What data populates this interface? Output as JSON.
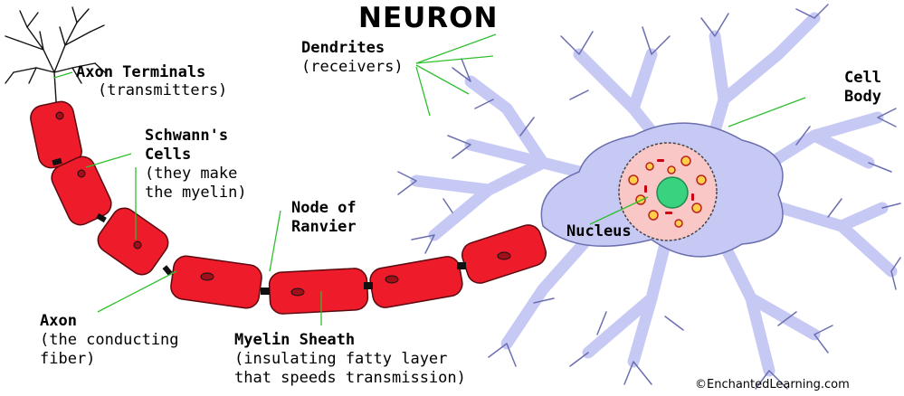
{
  "title": "NEURON",
  "labels": {
    "axon_terminals": {
      "name": "Axon Terminals",
      "note": "(transmitters)"
    },
    "schwann": {
      "name1": "Schwann's",
      "name2": "Cells",
      "note1": "(they make",
      "note2": "the myelin)"
    },
    "node": {
      "name1": "Node of",
      "name2": "Ranvier"
    },
    "dendrites": {
      "name": "Dendrites",
      "note": "(receivers)"
    },
    "cell_body": {
      "name1": "Cell",
      "name2": "Body"
    },
    "nucleus": {
      "name": "Nucleus"
    },
    "axon": {
      "name": "Axon",
      "note1": "(the conducting",
      "note2": "fiber)"
    },
    "myelin": {
      "name": "Myelin Sheath",
      "note1": "(insulating fatty layer",
      "note2": "that speeds transmission)"
    }
  },
  "credit": "©EnchantedLearning.com",
  "colors": {
    "myelin": "#ee1b2b",
    "cell_body": "#c7c9f5",
    "cell_outline": "#6b6fae",
    "nucleus_ring": "#f9c8c6",
    "nucleolus": "#39d27e",
    "leader_line": "#2fbf2f"
  }
}
